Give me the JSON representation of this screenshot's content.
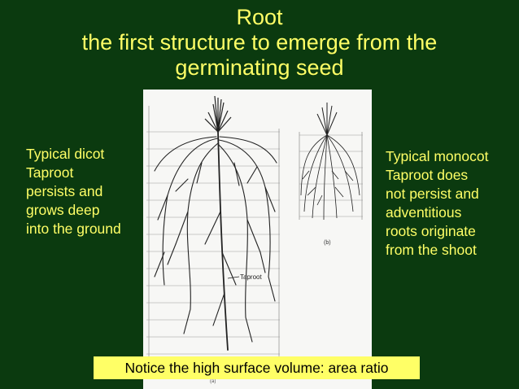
{
  "slide": {
    "title_line1": "Root",
    "title_line2": "the first structure to emerge from the",
    "title_line3": "germinating seed",
    "left_caption": [
      "Typical dicot",
      "Taproot",
      "persists and",
      "grows deep",
      "into the ground"
    ],
    "right_caption": [
      "Typical monocot",
      "Taproot does",
      "not persist and",
      "adventitious",
      "roots originate",
      "from the shoot"
    ],
    "note": "Notice the high surface volume: area ratio"
  },
  "figure": {
    "taproot_label": "Taproot",
    "panel_b_label": "(b)",
    "panel_a_label": "(a)"
  },
  "colors": {
    "background": "#0b3a0f",
    "text": "#ffff66",
    "note_background": "#ffff66"
  }
}
